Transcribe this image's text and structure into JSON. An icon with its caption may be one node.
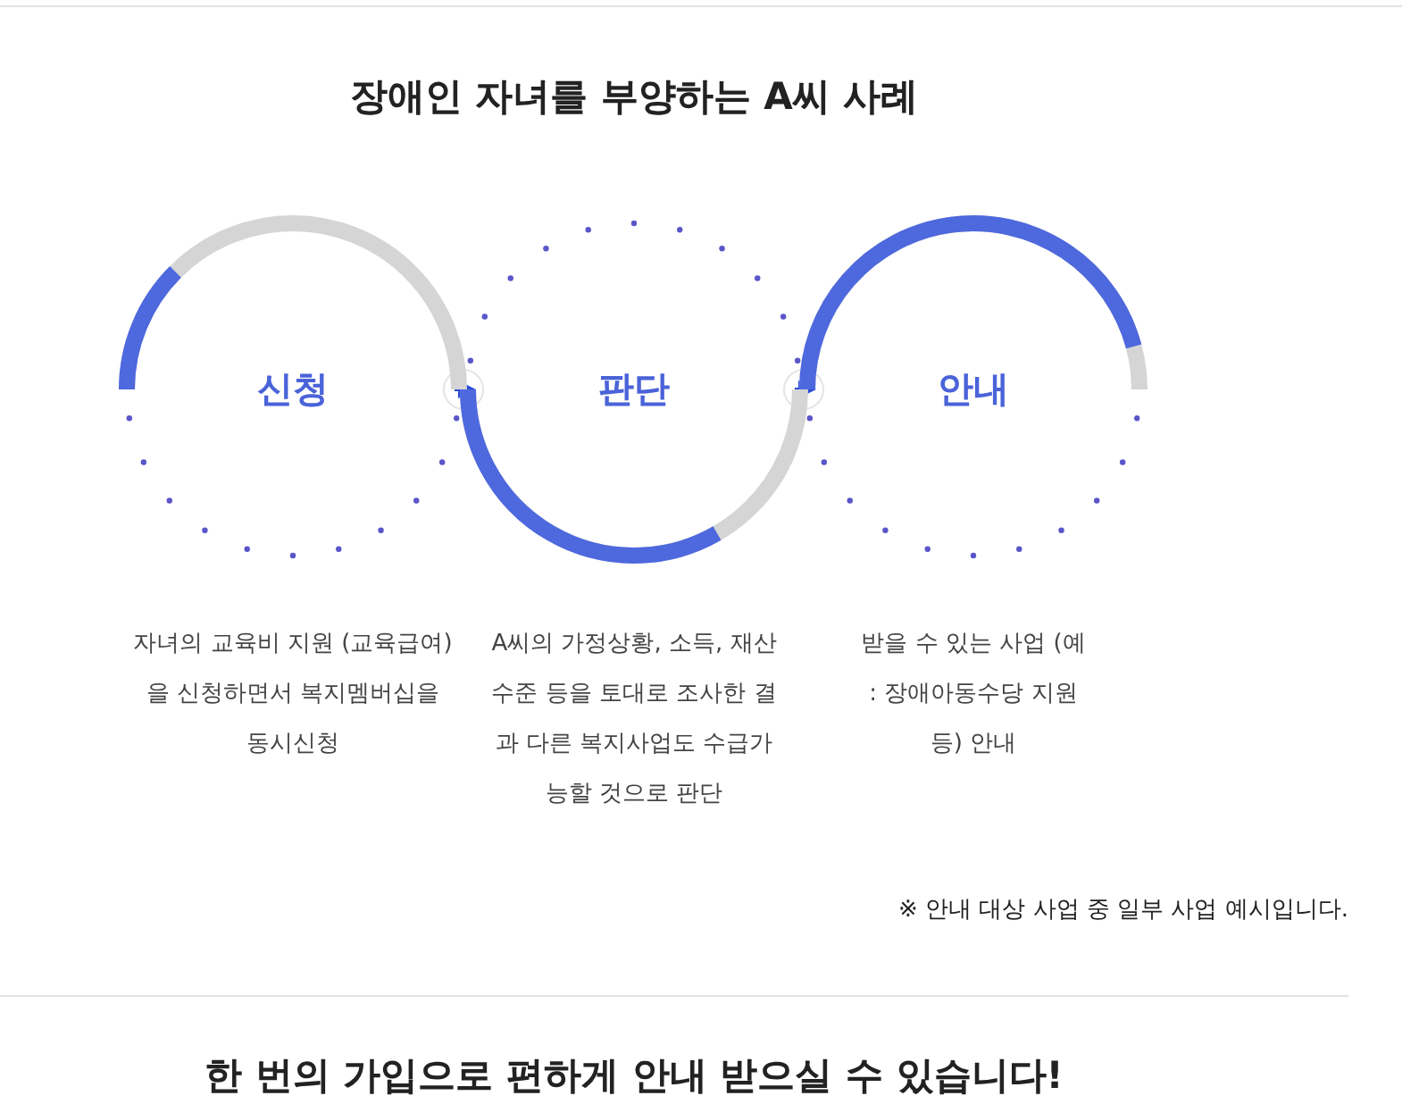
{
  "diagram": {
    "title": "장애인 자녀를 부양하는 A씨 사례",
    "nodes": [
      {
        "text": [
          "신청"
        ],
        "beside": [
          "자녀의 교육비 지원 (교육급여)을 신청하면서 복지멤버십을 동시신청"
        ]
      },
      {
        "text": [
          "판단"
        ],
        "beside": [
          "A씨의 가정상황, 소득, 재산 수준 등을 토대로 조사한 결과 다른 복지사업도 수급가능할 것으로 판단"
        ]
      },
      {
        "text": [
          "안내"
        ],
        "beside": [
          "받을 수 있는 사업 (예 : 장애아동수당 지원 등) 안내"
        ]
      }
    ],
    "edges": [
      {
        "from": 0,
        "to": 1,
        "arrow": "to"
      },
      {
        "from": 1,
        "to": 2,
        "arrow": "to"
      }
    ],
    "labels": [
      "※ 안내 대상 사업 중 일부 사업 예시입니다."
    ],
    "caption": "**한 번의 가입으로 편하게** 안내 받으실 수 있습니다!"
  }
}
